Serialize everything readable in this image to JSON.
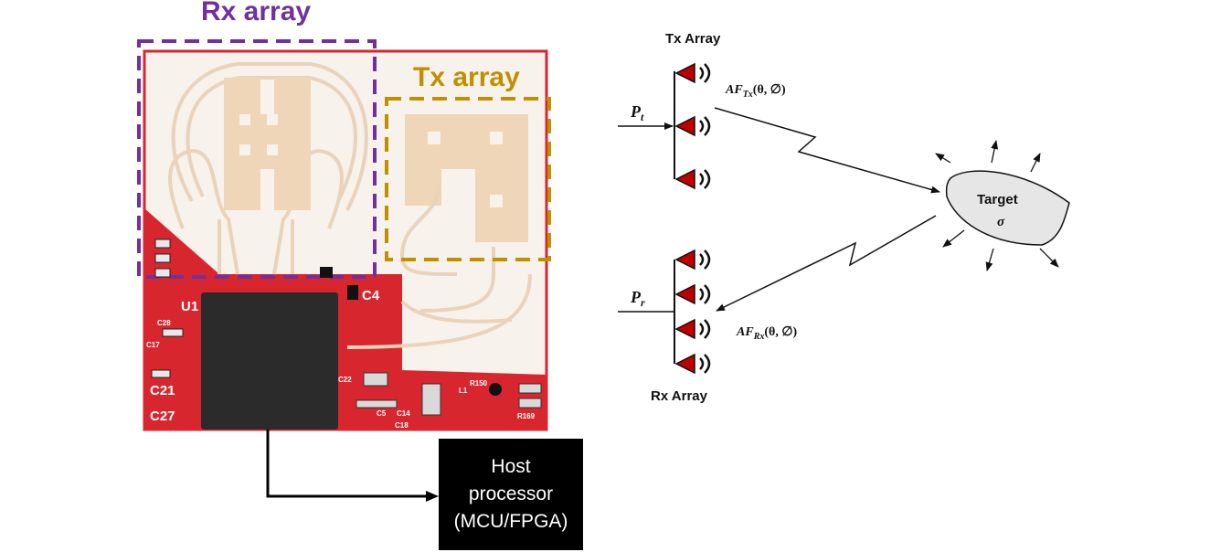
{
  "board": {
    "rx_array_label": "Rx array",
    "tx_array_label": "Tx array",
    "silkscreen": {
      "u1": "U1",
      "c4": "C4",
      "c28": "C28",
      "c17": "C17",
      "c21": "C21",
      "c27": "C27",
      "c22": "C22",
      "r150": "R150",
      "l1": "L1",
      "c5": "C5",
      "c14": "C14",
      "c18": "C18",
      "r169": "R169"
    }
  },
  "host": {
    "line1": "Host",
    "line2": "processor",
    "line3": "(MCU/FPGA)"
  },
  "diagram": {
    "tx_array_title": "Tx Array",
    "rx_array_title": "Rx Array",
    "pt_main": "P",
    "pt_sub": "t",
    "pr_main": "P",
    "pr_sub": "r",
    "af_tx_main": "AF",
    "af_tx_sub": "Tx",
    "af_tx_args": "(θ, ∅)",
    "af_rx_main": "AF",
    "af_rx_sub": "Rx",
    "af_rx_args": "(θ, ∅)",
    "target_label": "Target",
    "target_sigma": "σ"
  },
  "colors": {
    "rx_purple": "#7030a0",
    "tx_gold": "#bf9000",
    "pcb_red": "#d8262e",
    "antenna_tan": "#f3dcc2",
    "antenna_red": "#c00000",
    "target_fill": "#e6e6e6"
  }
}
